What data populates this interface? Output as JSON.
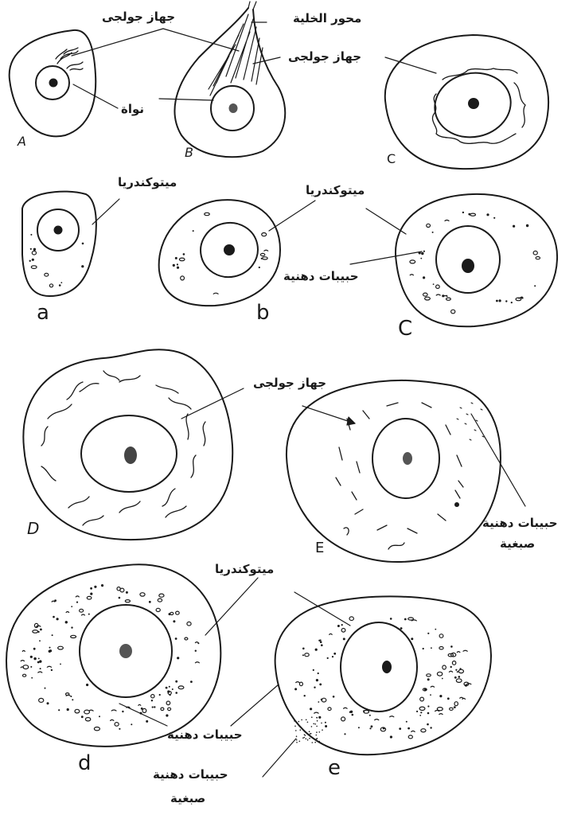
{
  "labels": {
    "golgi": "جهاز جولجى",
    "axon": "محور الخلية",
    "nucleus": "نواة",
    "mito": "ميتوكندريا",
    "fat": "حبيبات دهنية",
    "yolk_line1": "حبيبات دهنية",
    "yolk_line2": "صبغية",
    "yolk_E1": "حبيبات دهنية",
    "yolk_E2": "صبغية"
  },
  "letters": [
    "A",
    "B",
    "C",
    "a",
    "b",
    "C",
    "D",
    "E",
    "d",
    "e"
  ]
}
